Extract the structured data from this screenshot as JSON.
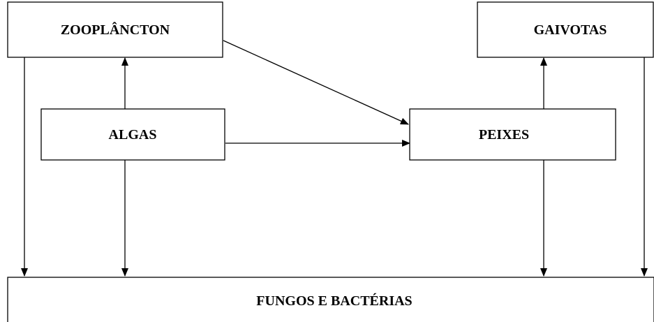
{
  "nodes": {
    "zooplancton": {
      "label": "ZOOPLÂNCTON"
    },
    "gaivotas": {
      "label": "GAIVOTAS"
    },
    "algas": {
      "label": "ALGAS"
    },
    "peixes": {
      "label": "PEIXES"
    },
    "fungos_bacterias": {
      "label": "FUNGOS E BACTÉRIAS"
    }
  },
  "edges": [
    {
      "from": "algas",
      "to": "zooplancton"
    },
    {
      "from": "zooplancton",
      "to": "peixes"
    },
    {
      "from": "algas",
      "to": "peixes"
    },
    {
      "from": "peixes",
      "to": "gaivotas"
    },
    {
      "from": "zooplancton",
      "to": "fungos_bacterias"
    },
    {
      "from": "algas",
      "to": "fungos_bacterias"
    },
    {
      "from": "peixes",
      "to": "fungos_bacterias"
    },
    {
      "from": "gaivotas",
      "to": "fungos_bacterias"
    }
  ],
  "colors": {
    "stroke": "#000000",
    "background": "#ffffff"
  }
}
